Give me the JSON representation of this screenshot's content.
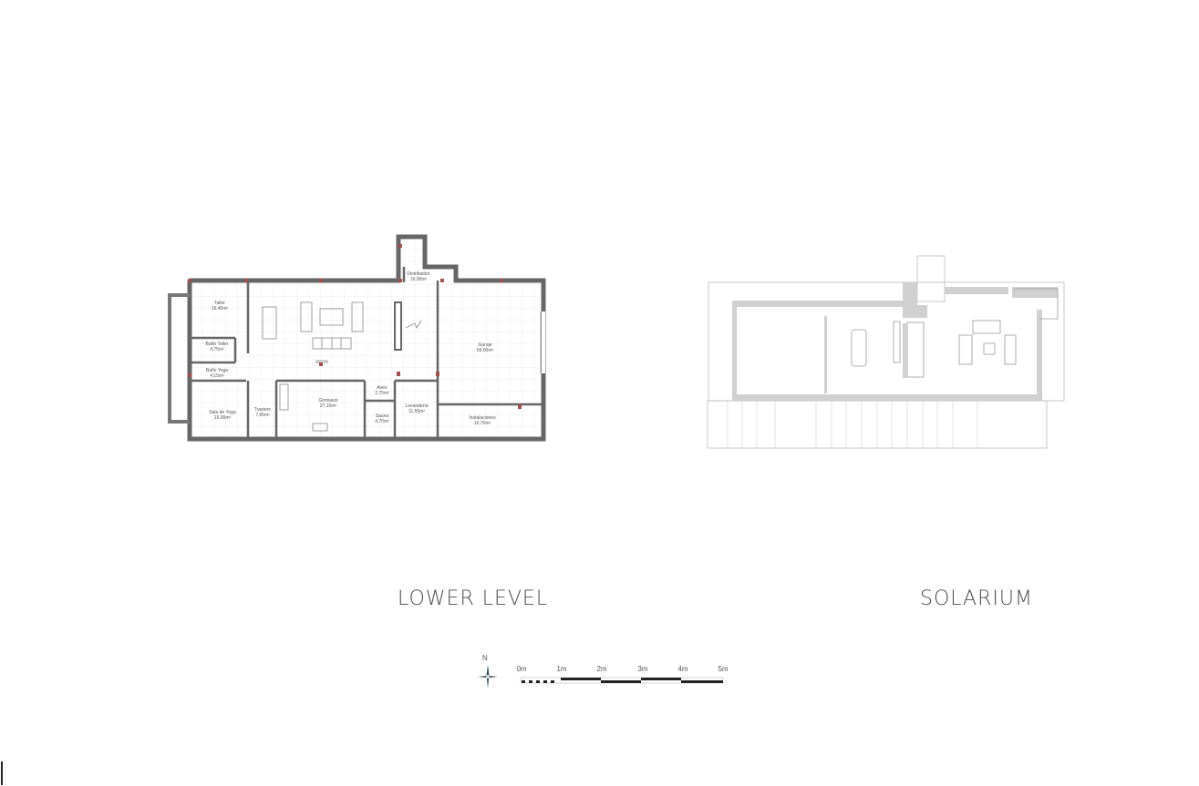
{
  "plans": [
    {
      "title": "LOWER LEVEL",
      "rooms": [
        {
          "name": "Taller",
          "area": "16,40m²"
        },
        {
          "name": "Baño Taller",
          "area": "4,75m²"
        },
        {
          "name": "Baño Yoga",
          "area": "4,15m²"
        },
        {
          "name": "Sala de Yoga",
          "area": "16,00m²"
        },
        {
          "name": "Trastero",
          "area": "7,65m²"
        },
        {
          "name": "Gimnasio",
          "area": "27,15m²"
        },
        {
          "name": "Aseo",
          "area": "2,75m²"
        },
        {
          "name": "Sauna",
          "area": "4,70m²"
        },
        {
          "name": "Lavandería",
          "area": "11,55m²"
        },
        {
          "name": "Instalaciones",
          "area": "16,70m²"
        },
        {
          "name": "Garaje",
          "area": "69,00m²"
        },
        {
          "name": "Distribuidor",
          "area": "16,00m²"
        }
      ]
    },
    {
      "title": "SOLARIUM",
      "rooms": []
    }
  ],
  "compass": {
    "label": "N"
  },
  "scale_bar": {
    "ticks": [
      "0m",
      "1m",
      "2m",
      "3m",
      "4m",
      "5m"
    ]
  },
  "colors": {
    "wall": "#666666",
    "grid": "#e6e6e6",
    "solarium_wall": "#bdbdbd",
    "text": "#4d4d4d"
  }
}
